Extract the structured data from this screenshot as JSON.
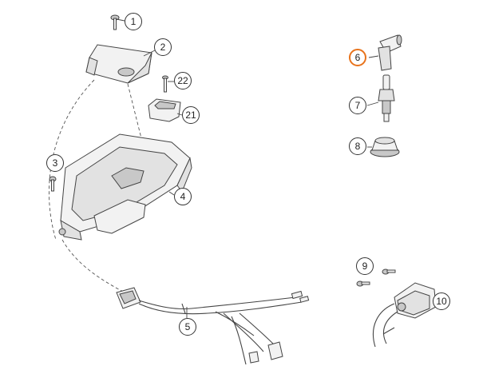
{
  "callouts": [
    {
      "id": "c1",
      "label": "1"
    },
    {
      "id": "c2",
      "label": "2"
    },
    {
      "id": "c22",
      "label": "22"
    },
    {
      "id": "c21",
      "label": "21"
    },
    {
      "id": "c3",
      "label": "3"
    },
    {
      "id": "c4",
      "label": "4"
    },
    {
      "id": "c5",
      "label": "5"
    },
    {
      "id": "c6",
      "label": "6",
      "highlighted": true
    },
    {
      "id": "c7",
      "label": "7"
    },
    {
      "id": "c8",
      "label": "8"
    },
    {
      "id": "c9",
      "label": "9"
    },
    {
      "id": "c10",
      "label": "10"
    }
  ],
  "colors": {
    "highlight": "#e8731c",
    "line": "#444444",
    "part_fill": "#f2f2f2"
  }
}
